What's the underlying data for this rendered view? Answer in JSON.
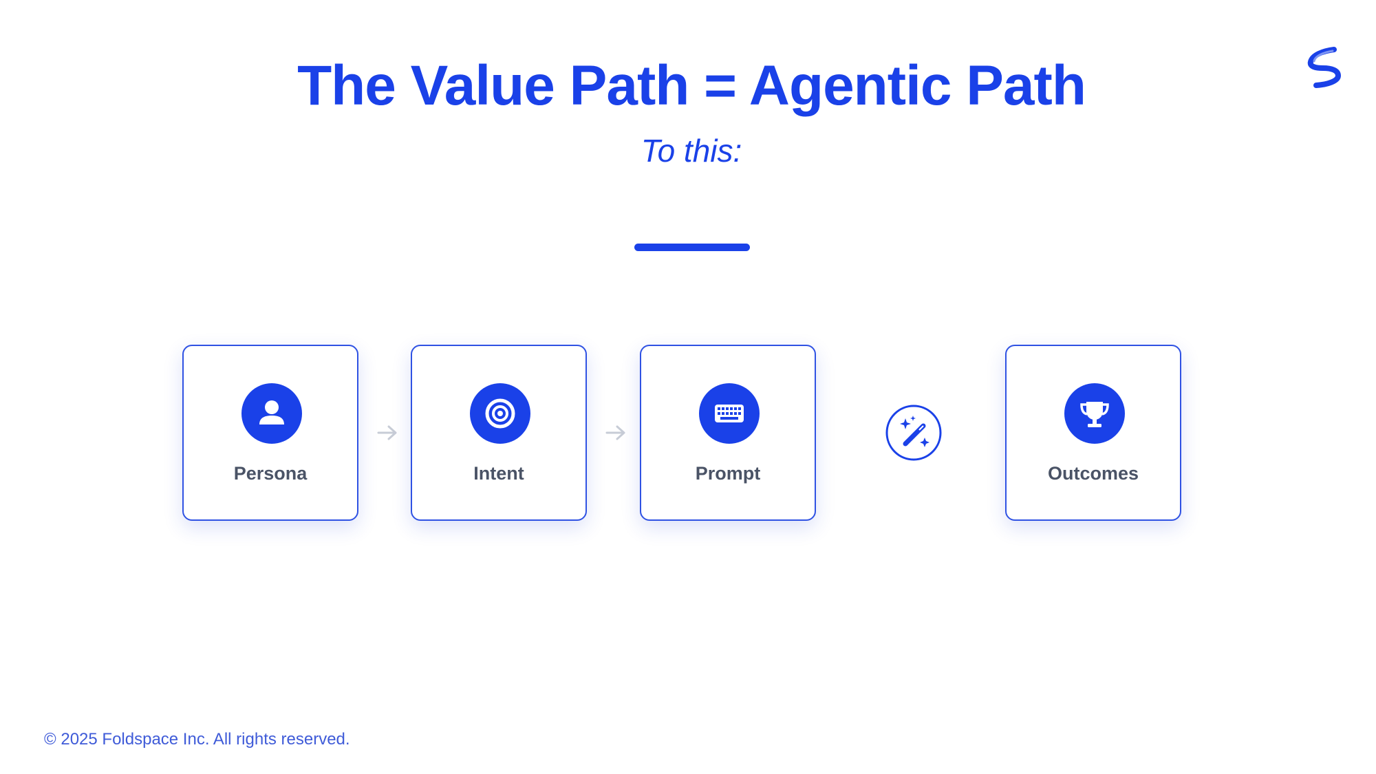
{
  "title": "The Value Path = Agentic Path",
  "subtitle": "To this:",
  "steps": [
    {
      "label": "Persona",
      "icon": "person-icon"
    },
    {
      "label": "Intent",
      "icon": "target-icon"
    },
    {
      "label": "Prompt",
      "icon": "keyboard-icon"
    },
    {
      "label": "Outcomes",
      "icon": "trophy-icon"
    }
  ],
  "connector_icon": "magic-wand-icon",
  "arrow_icon": "arrow-right-icon",
  "logo_icon": "foldspace-logo-icon",
  "footer": "© 2025 Foldspace Inc. All rights reserved.",
  "colors": {
    "accent": "#1a41e8",
    "label": "#4a5366",
    "arrow": "#c7ccd6",
    "background": "#ffffff"
  }
}
